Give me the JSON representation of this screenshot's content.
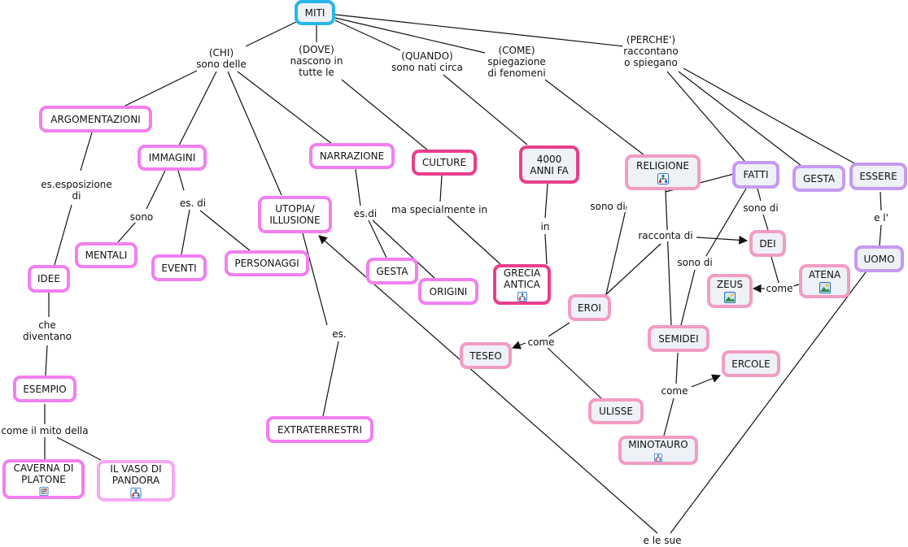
{
  "title": "MITI",
  "colors": {
    "root_border": "#29b6ea",
    "magenta_border": "#f27ff0",
    "hot_pink_border": "#e83e8c",
    "pink_border": "#f29cc4",
    "violet_border": "#c59af0",
    "node_fill": "#eef1f5",
    "line": "#111111"
  },
  "nodes": {
    "miti": {
      "label": "MITI"
    },
    "argomentazioni": {
      "label": "ARGOMENTAZIONI"
    },
    "immagini": {
      "label": "IMMAGINI"
    },
    "narrazione": {
      "label": "NARRAZIONE"
    },
    "culture": {
      "label": "CULTURE"
    },
    "anni4000": {
      "label": "4000\nANNI FA"
    },
    "religione": {
      "label": "RELIGIONE",
      "icon": "concept-map-icon"
    },
    "fatti": {
      "label": "FATTI"
    },
    "gesta_r": {
      "label": "GESTA"
    },
    "essere": {
      "label": "ESSERE"
    },
    "utopia": {
      "label": "UTOPIA/\nILLUSIONE"
    },
    "mentali": {
      "label": "MENTALI"
    },
    "eventi": {
      "label": "EVENTI"
    },
    "personaggi": {
      "label": "PERSONAGGI"
    },
    "gesta_l": {
      "label": "GESTA"
    },
    "origini": {
      "label": "ORIGINI"
    },
    "grecia": {
      "label": "GRECIA\nANTICA",
      "icon": "concept-map-icon"
    },
    "idee": {
      "label": "IDEE"
    },
    "dei": {
      "label": "DEI"
    },
    "zeus": {
      "label": "ZEUS",
      "icon": "image-icon"
    },
    "atena": {
      "label": "ATENA",
      "icon": "image-icon"
    },
    "uomo": {
      "label": "UOMO"
    },
    "eroi": {
      "label": "EROI"
    },
    "teseo": {
      "label": "TESEO"
    },
    "semidei": {
      "label": "SEMIDEI"
    },
    "ercole": {
      "label": "ERCOLE"
    },
    "ulisse": {
      "label": "ULISSE"
    },
    "minotauro": {
      "label": "MINOTAURO",
      "icon": "concept-map-icon"
    },
    "esempio": {
      "label": "ESEMPIO"
    },
    "extraterrestri": {
      "label": "EXTRATERRESTRI"
    },
    "caverna": {
      "label": "CAVERNA DI\nPLATONE",
      "icon": "document-icon"
    },
    "vaso": {
      "label": "IL VASO DI\nPANDORA",
      "icon": "concept-map-icon"
    }
  },
  "link_phrases": {
    "chi": "(CHI)\nsono delle",
    "dove": "(DOVE)\nnascono in\ntutte le",
    "quando": "(QUANDO)\nsono nati circa",
    "come_spieg": "(COME)\nspiegazione\ndi fenomeni",
    "perche": "(PERCHE')\nraccontano\no spiegano",
    "es_esposizione": "es.esposizione\ndi",
    "sono": "sono",
    "es_di_imm": "es. di",
    "es_di_narr": "es.di",
    "ma_special": "ma specialmente in",
    "in": "in",
    "sono_di_eroi": "sono di",
    "sono_di_dei": "sono di",
    "sono_di_semidei": "sono di",
    "racconta_di": "racconta di",
    "come_dei": "come",
    "e_l": "e l'",
    "come_eroi": "come",
    "come_semidei": "come",
    "che_diventano": "che\ndiventano",
    "come_il_mito": "come il mito della",
    "es": "es.",
    "e_le_sue": "e le sue"
  }
}
